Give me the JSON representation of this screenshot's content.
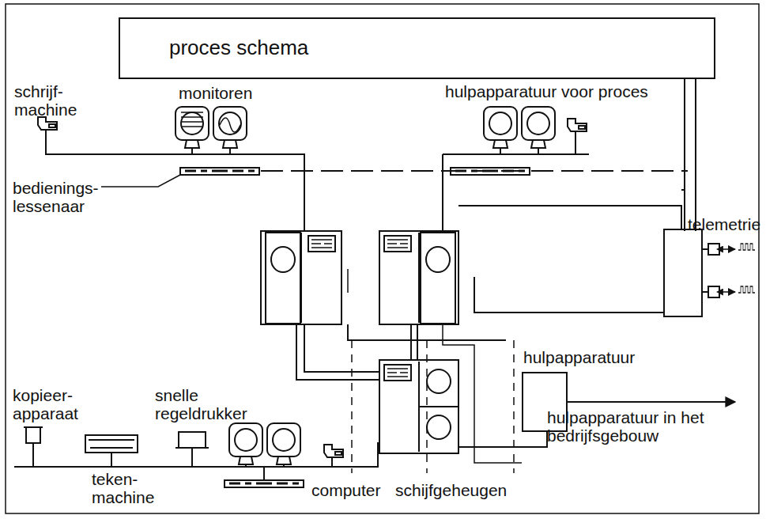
{
  "diagram": {
    "nodes": [
      {
        "text": [
          "proces schema"
        ]
      },
      {
        "text": [
          "hulpapparatuur"
        ]
      }
    ],
    "labels": [
      "schrijf- machine",
      "monitoren",
      "hulpapparatuur voor proces",
      "bedienings- lessenaar",
      "telemetrie",
      "kopieer- apparaat",
      "snelle regeldrukker",
      "teken- machine",
      "hulpapparatuur in het bedrijfsgebouw",
      "computer",
      "schijfgeheugen"
    ]
  }
}
